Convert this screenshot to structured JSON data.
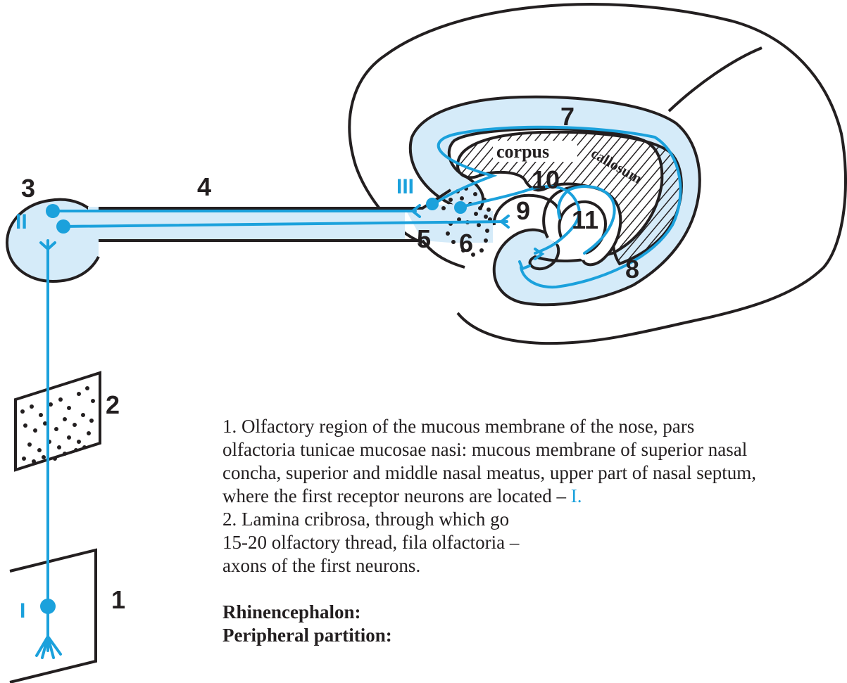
{
  "labels": {
    "n1": "1",
    "n2": "2",
    "n3": "3",
    "n4": "4",
    "n5": "5",
    "n6": "6",
    "n7": "7",
    "n8": "8",
    "n9": "9",
    "n10": "10",
    "n11": "11",
    "neuron_1": "I",
    "neuron_2": "II",
    "neuron_3": "III",
    "corpus": "corpus",
    "callosum": "callosum"
  },
  "caption": {
    "item1_text": "1. Olfactory region of the mucous membrane of the nose, pars olfactoria tunicae mucosae nasi: mucous membrane of superior nasal concha, superior and middle nasal meatus, upper part of nasal septum, where the first receptor neurons are located – ",
    "item1_marker": "I.",
    "item2_line1": "2. Lamina cribrosa, through which go",
    "item2_line2": "15-20 olfactory thread, fila olfactoria –",
    "item2_line3": "axons of the first neurons.",
    "heading1": "Rhinencephalon:",
    "heading2": "Peripheral partition:"
  },
  "colors": {
    "pathway": "#1ba1dc",
    "fill": "#d5ebf9",
    "outline": "#231f20"
  }
}
